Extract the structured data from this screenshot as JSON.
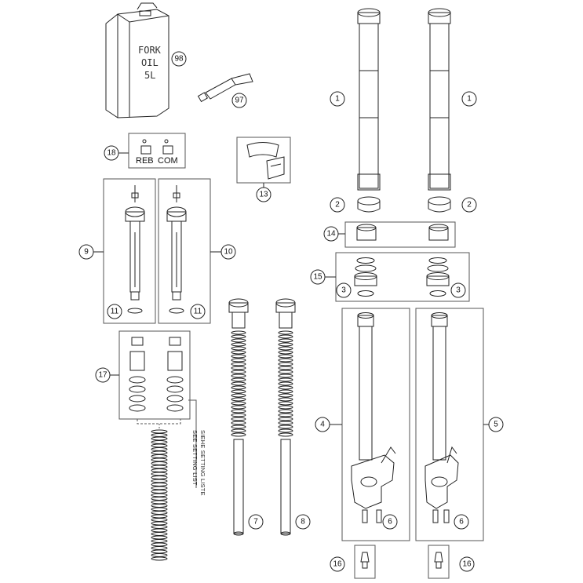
{
  "oil_can": {
    "line1": "FORK",
    "line2": "OIL",
    "line3": "5L"
  },
  "adjusters": {
    "reb": "REB",
    "com": "COM"
  },
  "setting_note": {
    "line1": "SIEHE SETTING LISTE",
    "line2": "SEE SETTING LIST"
  },
  "callouts": {
    "c98": "98",
    "c97": "97",
    "c18": "18",
    "c13": "13",
    "c9": "9",
    "c10": "10",
    "c11a": "11",
    "c11b": "11",
    "c17": "17",
    "c1a": "1",
    "c1b": "1",
    "c2a": "2",
    "c2b": "2",
    "c14": "14",
    "c15": "15",
    "c3a": "3",
    "c3b": "3",
    "c4": "4",
    "c5": "5",
    "c6a": "6",
    "c6b": "6",
    "c7": "7",
    "c8": "8",
    "c16a": "16",
    "c16b": "16"
  }
}
